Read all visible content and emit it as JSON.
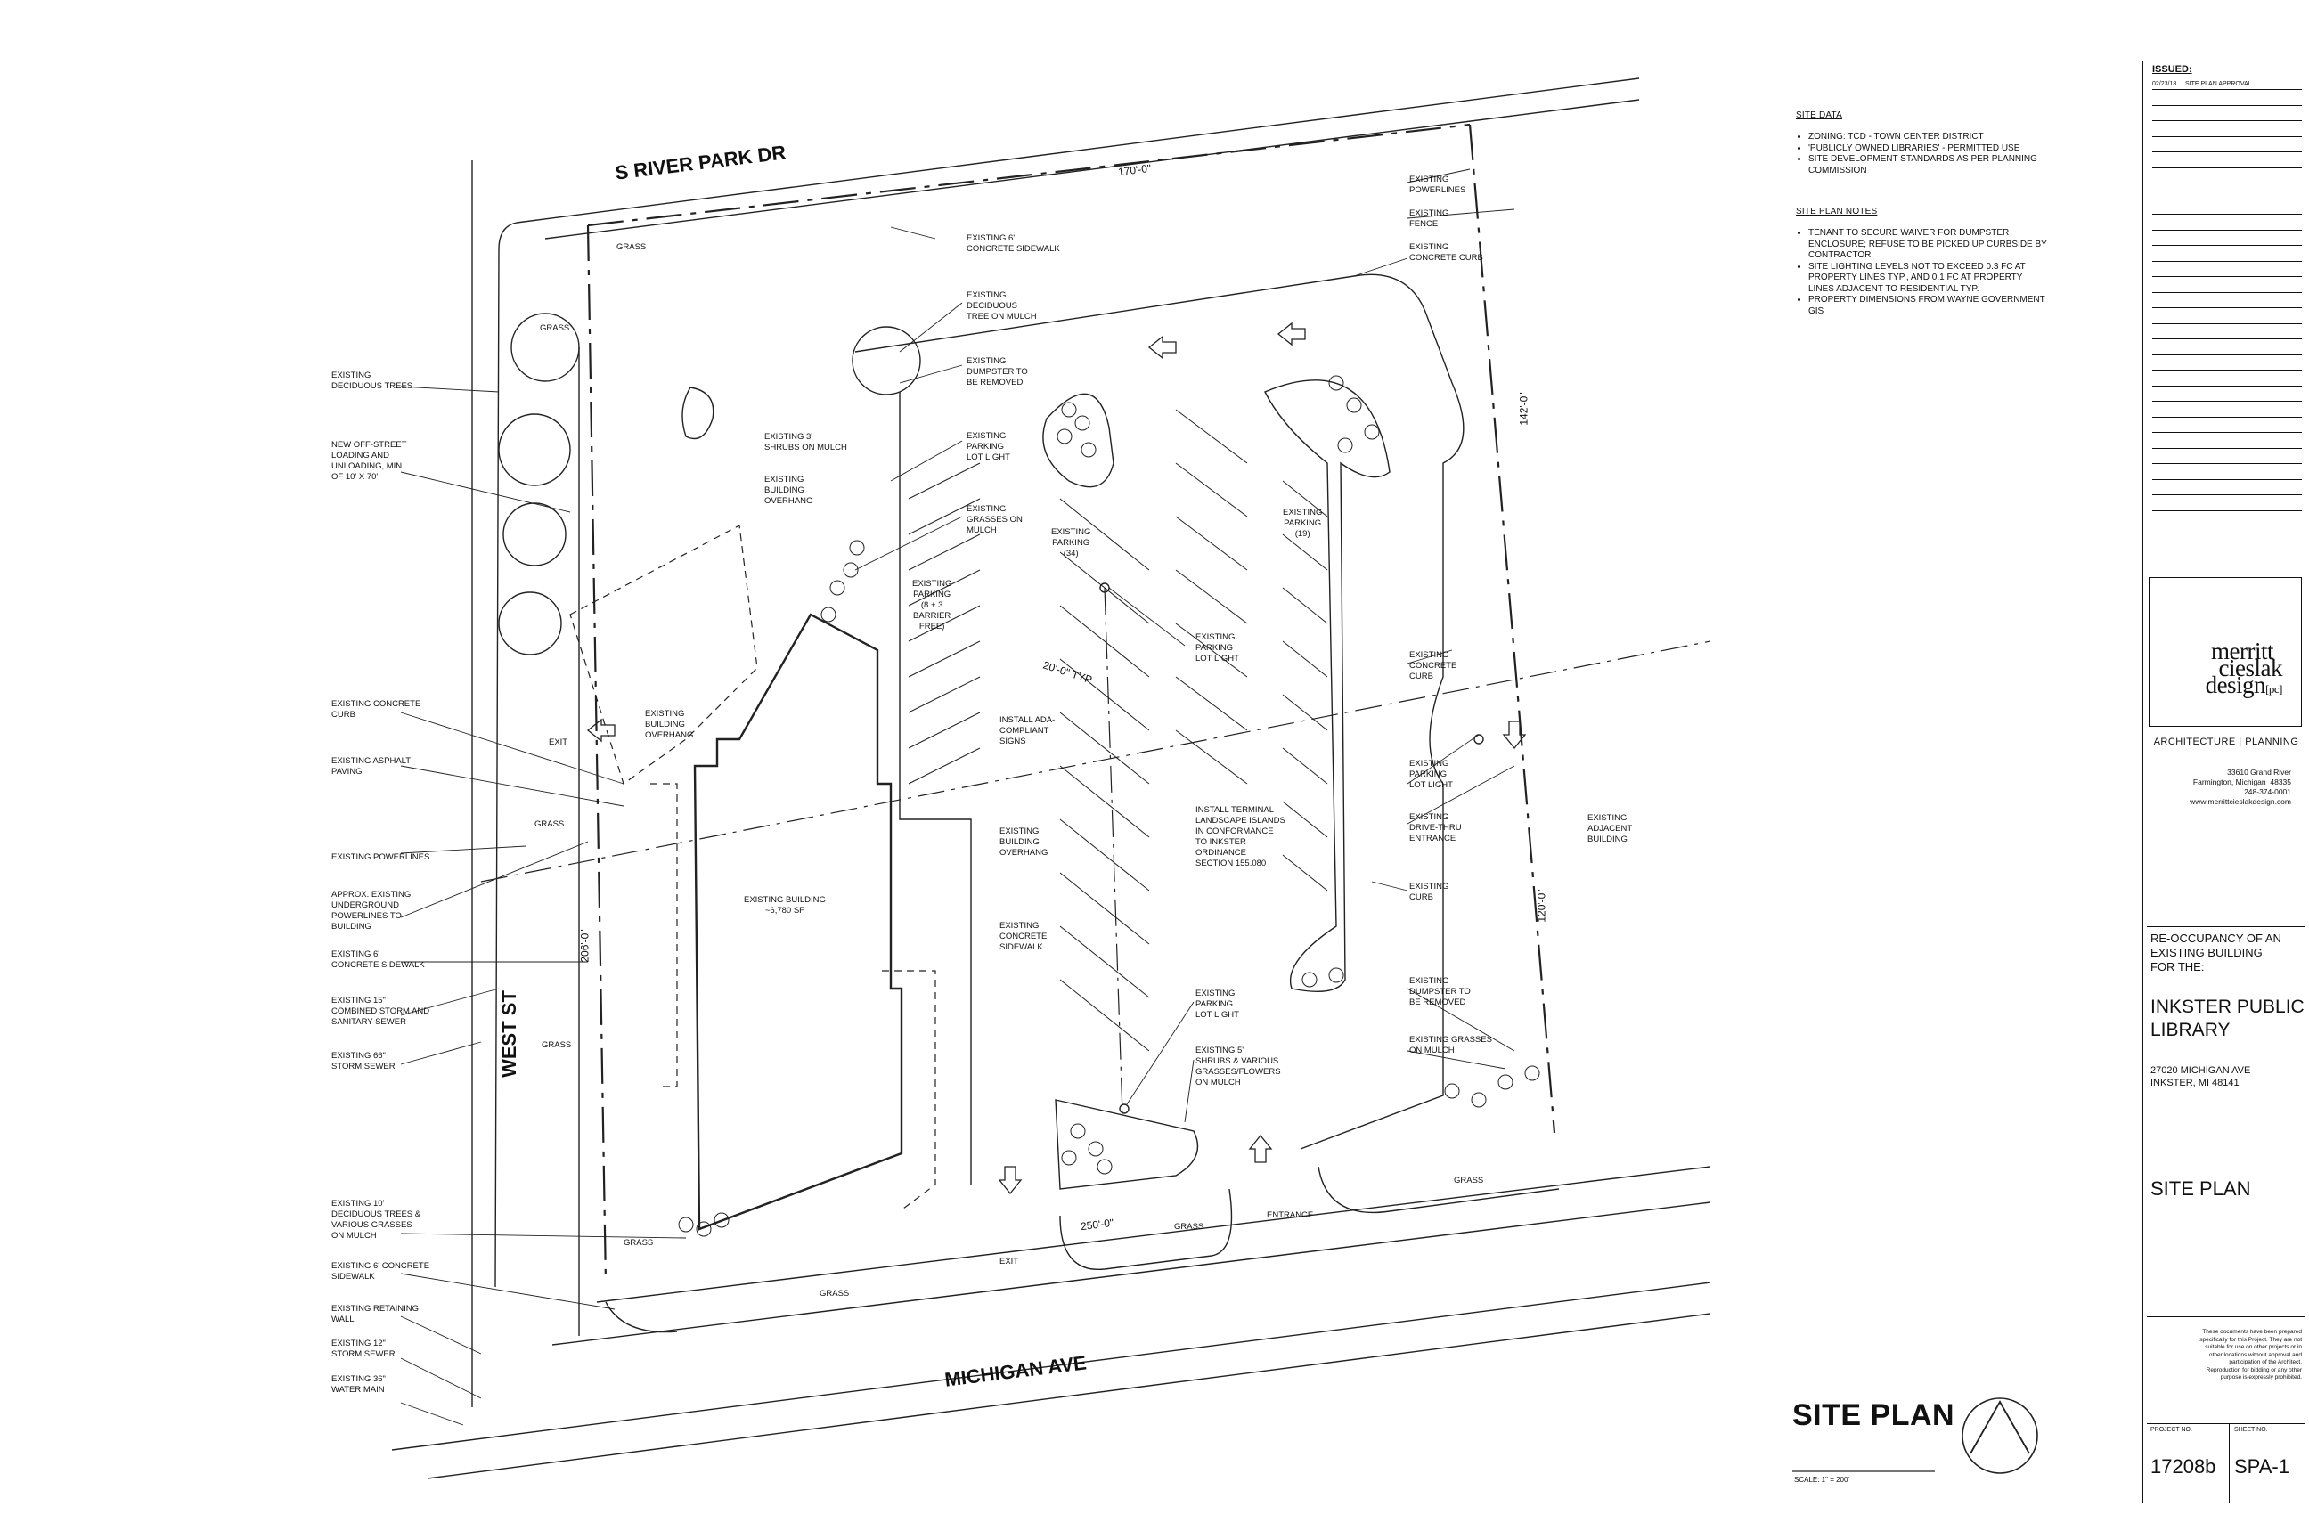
{
  "streets": {
    "north": "S RIVER PARK DR",
    "west": "WEST ST",
    "south": "MICHIGAN AVE"
  },
  "dimensions": {
    "north": "170'-0\"",
    "east_top": "142'-0\"",
    "east_bottom": "120'-0\"",
    "west": "206'-0\"",
    "south": "250'-0\"",
    "aisle": "20'-0\" TYP"
  },
  "left_callouts": [
    "EXISTING\nDECIDUOUS TREES",
    "NEW OFF-STREET\nLOADING AND\nUNLOADING, MIN.\nOF 10' x 70'",
    "EXISTING CONCRETE\nCURB",
    "EXISTING ASPHALT\nPAVING",
    "EXISTING POWERLINES",
    "APPROX. EXISTING\nUNDERGROUND\nPOWERLINES TO\nBUILDING",
    "EXISTING 6'\nCONCRETE SIDEWALK",
    "EXISTING 15\"\nCOMBINED STORM AND\nSANITARY SEWER",
    "EXISTING 66\"\nSTORM SEWER",
    "EXISTING 10'\nDECIDUOUS TREES &\nVARIOUS GRASSES\nON MULCH",
    "EXISTING 6' CONCRETE\nSIDEWALK",
    "EXISTING RETAINING\nWALL",
    "EXISTING 12\"\nSTORM SEWER",
    "EXISTING 36\"\nWATER MAIN"
  ],
  "plan_labels": [
    "EXISTING 6'\nCONCRETE SIDEWALK",
    "EXISTING\nDECIDUOUS\nTREE ON MULCH",
    "EXISTING\nDUMPSTER TO\nBE REMOVED",
    "EXISTING 3'\nSHRUBS ON MULCH",
    "EXISTING\nBUILDING\nOVERHANG",
    "EXISTING\nPARKING\nLOT LIGHT",
    "EXISTING\nGRASSES ON\nMULCH",
    "EXISTING\nPARKING\n(8 + 3\nBARRIER\nFREE)",
    "EXISTING\nPARKING\n(34)",
    "EXISTING\nPARKING\n(19)",
    "EXISTING\nPARKING\nLOT LIGHT",
    "INSTALL ADA-\nCOMPLIANT\nSIGNS",
    "EXISTING\nBUILDING\nOVERHANG",
    "EXISTING BUILDING\n~6,780 SF",
    "EXISTING\nBUILDING\nOVERHANG",
    "EXISTING\nCONCRETE\nSIDEWALK",
    "INSTALL TERMINAL\nLANDSCAPE ISLANDS\nIN CONFORMANCE\nTO INKSTER\nORDINANCE\nSECTION 155.080",
    "EXISTING\nPARKING\nLOT LIGHT",
    "EXISTING 5'\nSHRUBS & VARIOUS\nGRASSES/FLOWERS\nON MULCH",
    "EXISTING\nPOWERLINES",
    "EXISTING\nFENCE",
    "EXISTING\nCONCRETE CURB",
    "EXISTING\nCONCRETE\nCURB",
    "EXISTING\nPARKING\nLOT LIGHT",
    "EXISTING\nDRIVE-THRU\nENTRANCE",
    "EXISTING\nCURB",
    "EXISTING\nDUMPSTER TO\nBE REMOVED",
    "EXISTING GRASSES\nON MULCH",
    "EXISTING\nADJACENT\nBUILDING",
    "EXIT",
    "EXIT",
    "ENTRANCE",
    "GRASS",
    "GRASS",
    "GRASS",
    "GRASS",
    "GRASS",
    "GRASS",
    "GRASS",
    "GRASS"
  ],
  "site_data": {
    "heading": "SITE DATA",
    "items": [
      "ZONING: TCD - TOWN CENTER DISTRICT",
      "'PUBLICLY OWNED LIBRARIES' - PERMITTED USE",
      "SITE DEVELOPMENT STANDARDS AS PER PLANNING COMMISSION"
    ]
  },
  "site_plan_notes": {
    "heading": "SITE PLAN NOTES",
    "items": [
      "TENANT TO SECURE WAIVER FOR DUMPSTER ENCLOSURE; REFUSE TO BE PICKED UP CURBSIDE BY CONTRACTOR",
      "SITE LIGHTING LEVELS NOT TO EXCEED 0.3 FC AT PROPERTY LINES TYP., AND 0.1 FC AT PROPERTY LINES ADJACENT TO RESIDENTIAL TYP.",
      "PROPERTY DIMENSIONS FROM WAYNE GOVERNMENT GIS"
    ]
  },
  "drawing_title": {
    "title": "SITE PLAN",
    "scale": "SCALE: 1\" = 200'"
  },
  "title_block": {
    "issued_label": "ISSUED:",
    "issued_entry": "02/23/18     SITE PLAN APPROVAL",
    "logo_line1": "merritt",
    "logo_line2": "cieslak",
    "logo_line3": "design",
    "logo_suffix": "[pc]",
    "discipline": "ARCHITECTURE | PLANNING",
    "address": "33610 Grand River\nFarmington, Michigan  48335\n248-374-0001\nwww.merrittcieslakdesign.com",
    "project_desc": "RE-OCCUPANCY OF AN\nEXISTING BUILDING\nFOR THE:",
    "project_name": "INKSTER PUBLIC\nLIBRARY",
    "project_address": "27020 MICHIGAN AVE\nINKSTER, MI 48141",
    "sheet_title": "SITE PLAN",
    "disclaimer": "These documents have been prepared\nspecifically for this Project. They are not\nsuitable for use on other projects or in\nother locations without approval and\nparticipation of the Architect.\nReproduction for bidding or any other\npurpose is expressly prohibited.",
    "project_no_label": "PROJECT NO.",
    "project_no": "17208b",
    "sheet_no_label": "SHEET NO.",
    "sheet_no": "SPA-1"
  }
}
